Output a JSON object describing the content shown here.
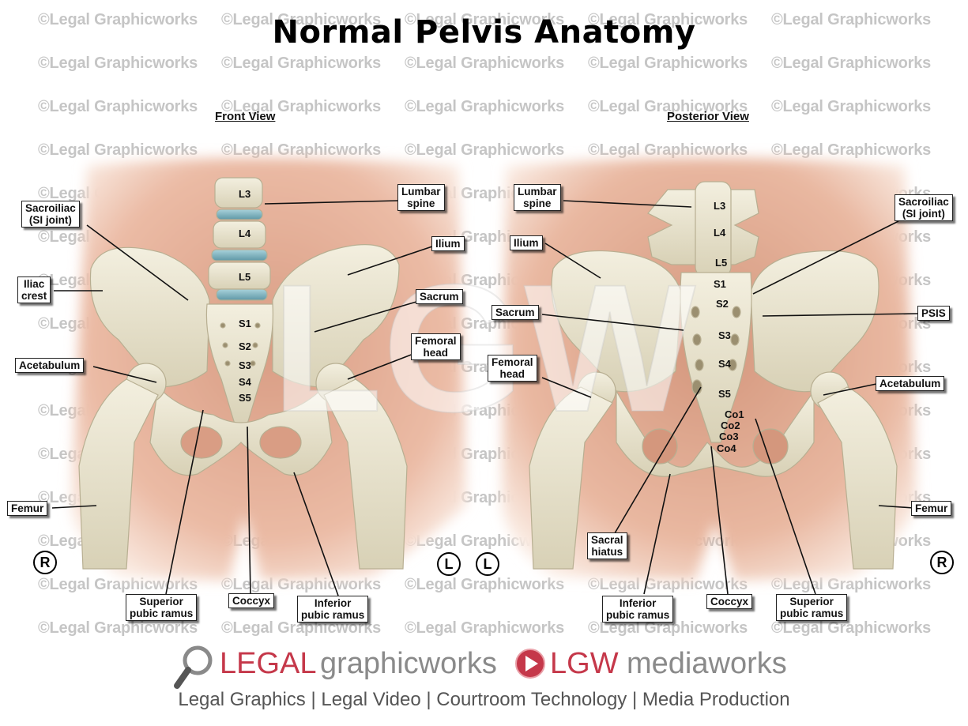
{
  "title": "Normal Pelvis Anatomy",
  "watermark": {
    "text": "©Legal Graphicworks",
    "big_mark": "LGW"
  },
  "front_view": {
    "title": "Front View",
    "vertebrae": [
      "L3",
      "L4",
      "L5",
      "S1",
      "S2",
      "S3",
      "S4",
      "S5"
    ],
    "side_left": "R",
    "side_right": "L",
    "labels": {
      "sacroiliac": "Sacroiliac\n(SI joint)",
      "iliac_crest": "Iliac\ncrest",
      "acetabulum": "Acetabulum",
      "femur": "Femur",
      "superior_pubic_ramus": "Superior\npubic ramus",
      "coccyx": "Coccyx",
      "inferior_pubic_ramus": "Inferior\npubic ramus",
      "lumbar_spine": "Lumbar\nspine",
      "ilium": "Ilium",
      "sacrum": "Sacrum",
      "femoral_head": "Femoral\nhead"
    }
  },
  "posterior_view": {
    "title": "Posterior View",
    "vertebrae": [
      "L3",
      "L4",
      "L5",
      "S1",
      "S2",
      "S3",
      "S4",
      "S5",
      "Co1",
      "Co2",
      "Co3",
      "Co4"
    ],
    "side_left": "L",
    "side_right": "R",
    "labels": {
      "lumbar_spine": "Lumbar\nspine",
      "ilium": "Ilium",
      "sacrum": "Sacrum",
      "femoral_head": "Femoral\nhead",
      "sacral_hiatus": "Sacral\nhiatus",
      "inferior_pubic_ramus": "Inferior\npubic ramus",
      "coccyx": "Coccyx",
      "superior_pubic_ramus": "Superior\npubic ramus",
      "sacroiliac": "Sacroiliac\n(SI joint)",
      "psis": "PSIS",
      "acetabulum": "Acetabulum",
      "femur": "Femur"
    }
  },
  "footer": {
    "brand1_red": "LEGAL",
    "brand1_grey": "graphicworks",
    "brand2_red": "LGW",
    "brand2_grey": "mediaworks",
    "tagline": "Legal Graphics | Legal Video | Courtroom Technology | Media Production"
  },
  "colors": {
    "skin": "#e8b49a",
    "bone": "#e9e4cf",
    "disc": "#7fb3c0",
    "brand_red": "#c5384a"
  }
}
